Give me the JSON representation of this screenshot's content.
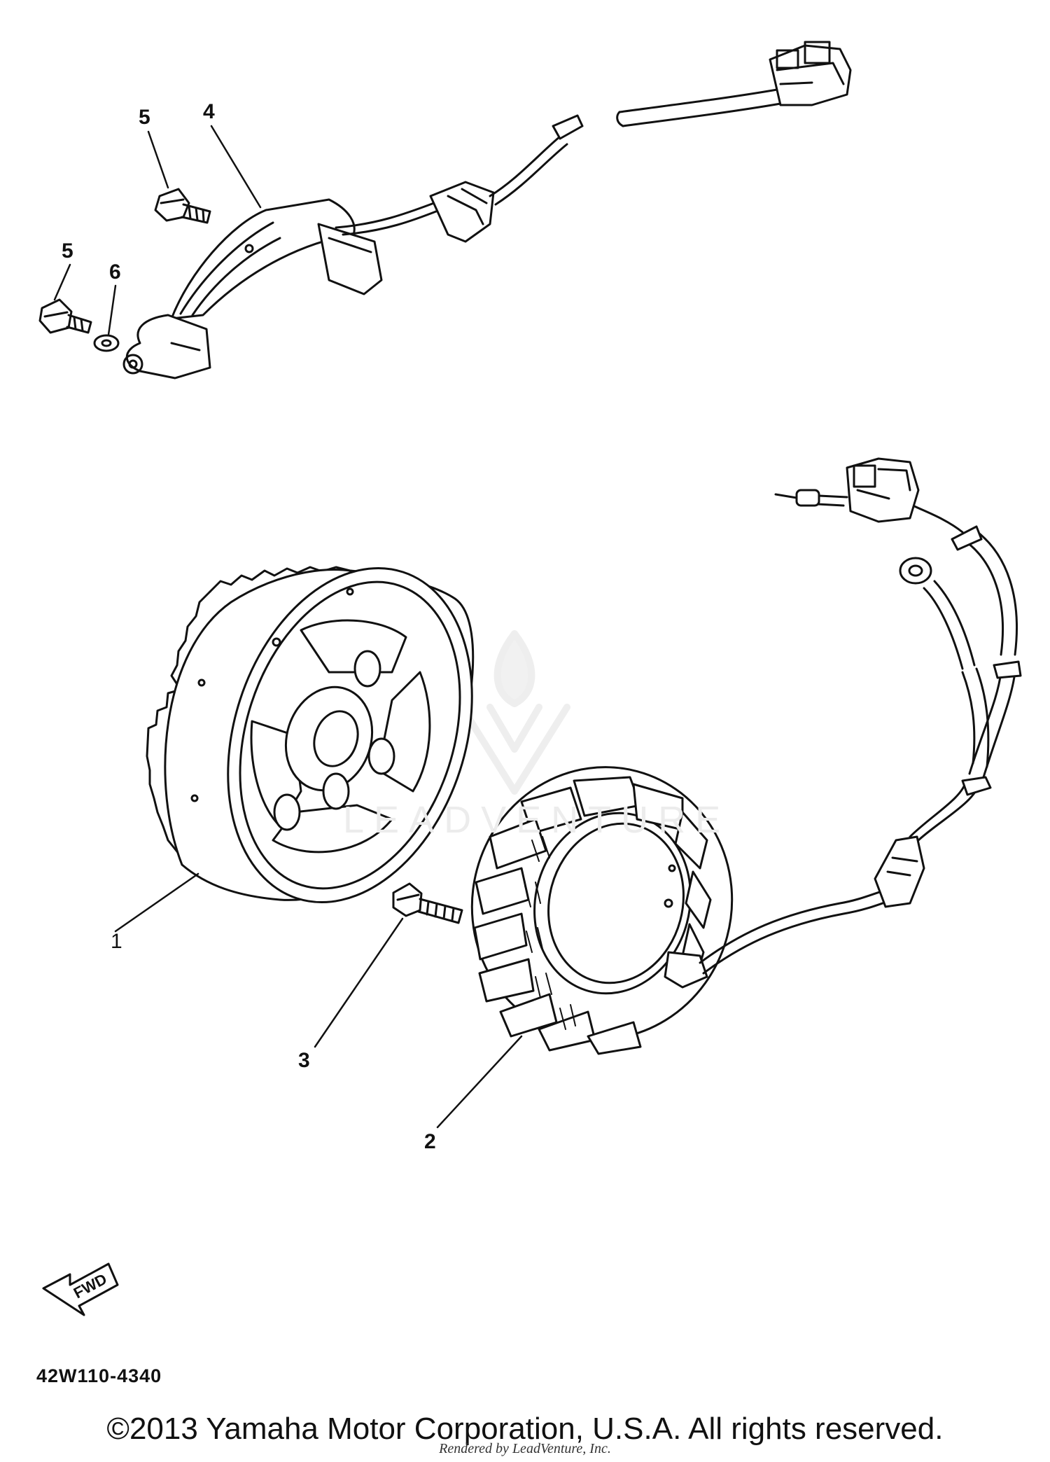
{
  "diagram": {
    "part_numbers": {
      "flywheel_rotor": "1",
      "stator_assembly": "2",
      "stator_bolt": "3",
      "pickup_coil": "4",
      "screw_top": "5",
      "screw_left": "5",
      "washer": "6"
    },
    "fwd_arrow_label": "FWD",
    "diagram_code": "42W110-4340",
    "watermark_text": "LEADVENTURE"
  },
  "footer": {
    "copyright": "©2013 Yamaha Motor Corporation, U.S.A. All rights reserved.",
    "rendered_by": "Rendered by LeadVenture, Inc."
  }
}
